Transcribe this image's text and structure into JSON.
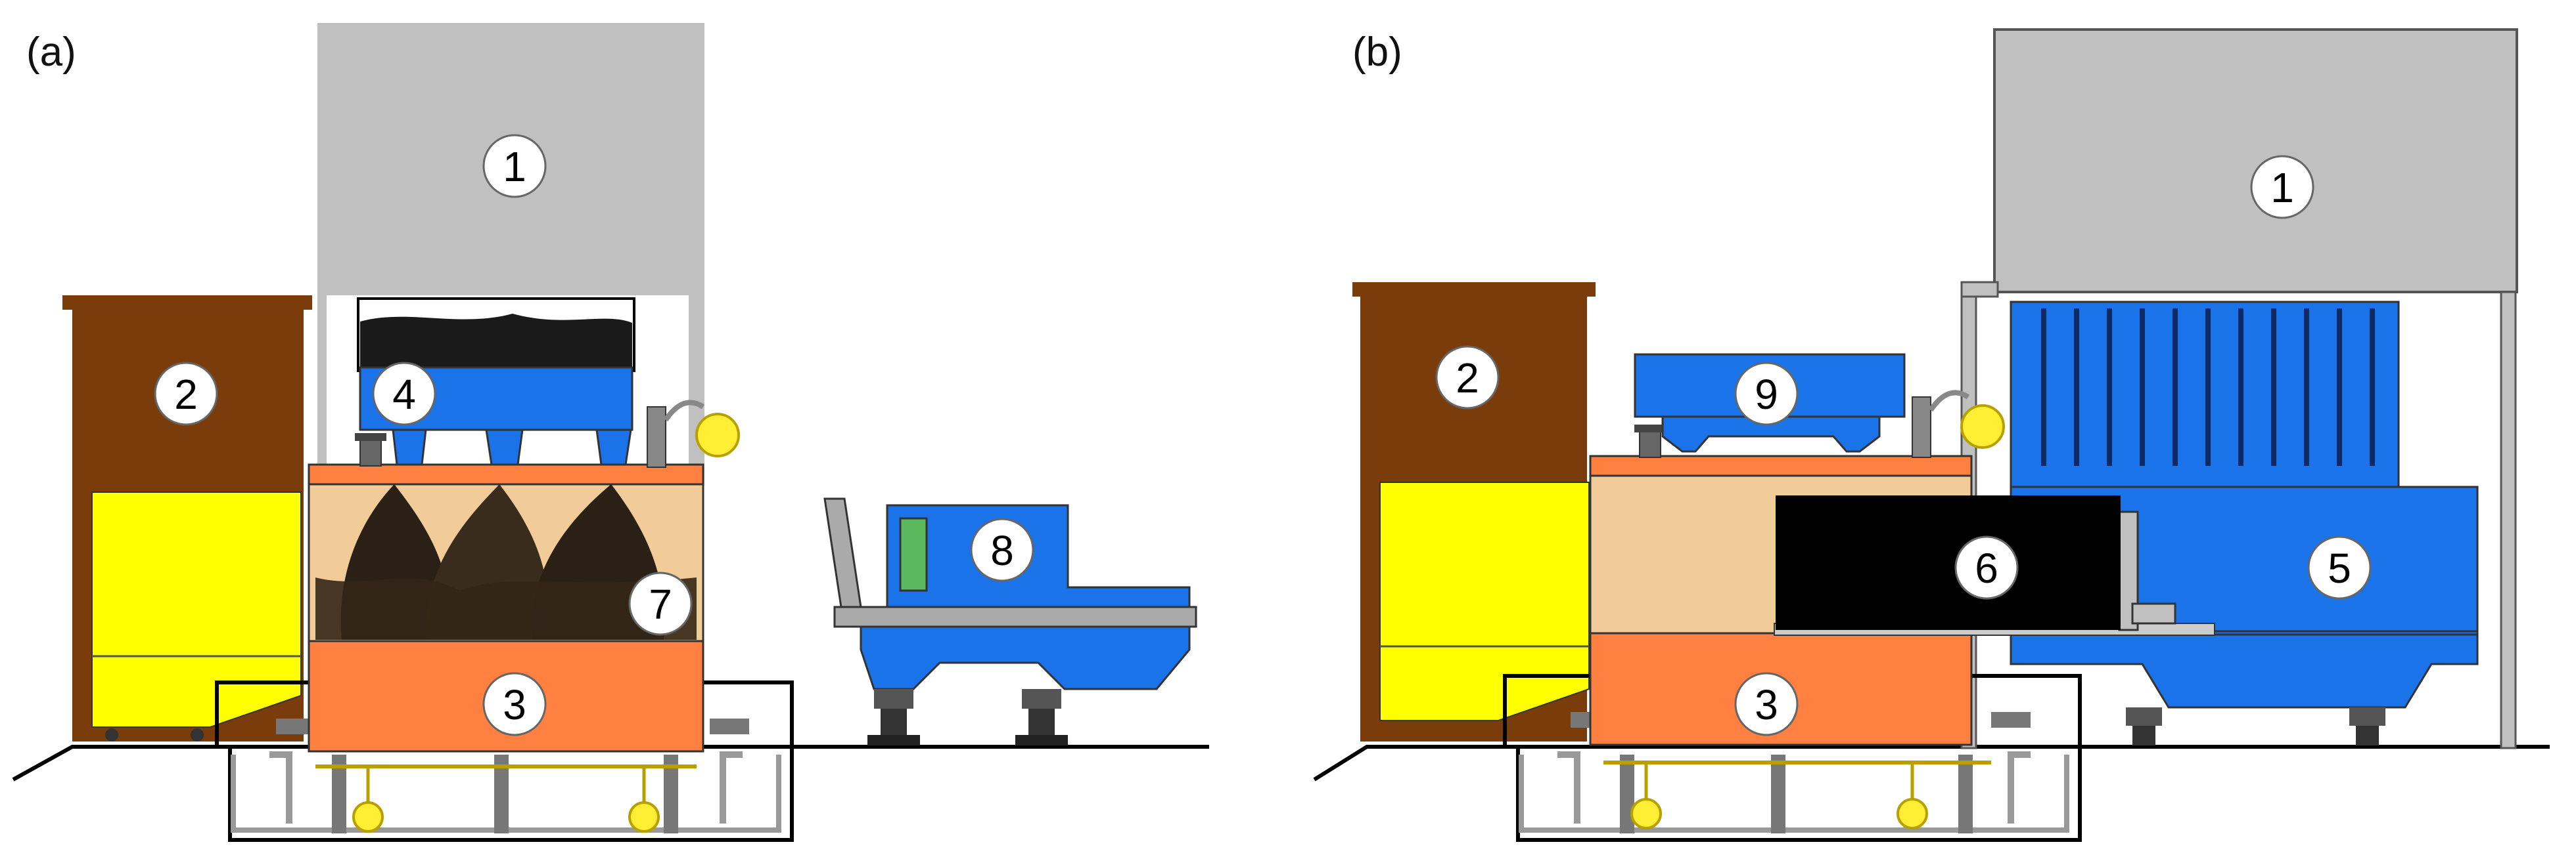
{
  "panels": [
    {
      "label": "(a)",
      "components": [
        {
          "number": "1",
          "name": "grey-block"
        },
        {
          "number": "2",
          "name": "brown-cabinet"
        },
        {
          "number": "3",
          "name": "orange-chamber"
        },
        {
          "number": "4",
          "name": "blue-hopper"
        },
        {
          "number": "7",
          "name": "tan-box-with-particles"
        },
        {
          "number": "8",
          "name": "blue-cart"
        }
      ]
    },
    {
      "label": "(b)",
      "components": [
        {
          "number": "1",
          "name": "grey-block"
        },
        {
          "number": "2",
          "name": "brown-cabinet"
        },
        {
          "number": "3",
          "name": "orange-chamber"
        },
        {
          "number": "5",
          "name": "blue-comb-unit"
        },
        {
          "number": "6",
          "name": "black-block"
        },
        {
          "number": "9",
          "name": "blue-cover"
        }
      ]
    }
  ],
  "colors": {
    "grey": "#c0c0c0",
    "brown": "#7a3c0a",
    "yellow": "#ffff00",
    "orange": "#ff8040",
    "tan": "#f2cc98",
    "blue": "#1a73e8",
    "black": "#000000",
    "green": "#5cb85c",
    "lamp": "#ffee33"
  }
}
